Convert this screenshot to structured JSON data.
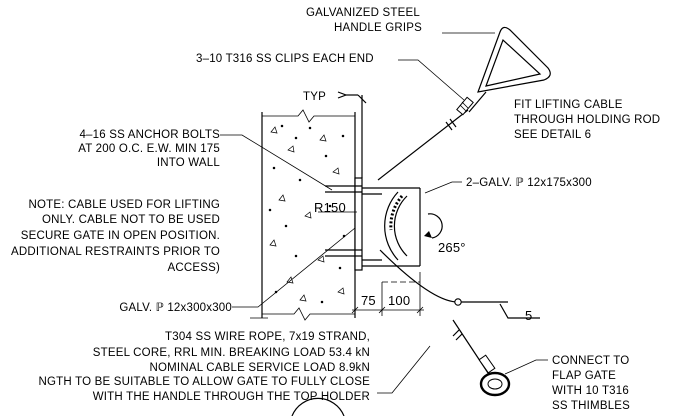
{
  "labels": {
    "handle_grips": [
      "GALVANIZED STEEL",
      "HANDLE GRIPS"
    ],
    "clips": "3–10 T316 SS CLIPS EACH END",
    "typ": "TYP",
    "fit_cable": [
      "FIT LIFTING CABLE",
      "THROUGH HOLDING ROD",
      "SEE DETAIL 6"
    ],
    "anchor_bolts": [
      "4–16 SS ANCHOR BOLTS",
      "AT 200 O.C. E.W. MIN 175",
      "INTO WALL"
    ],
    "plates_galv": "2–GALV. ℙ 12x175x300",
    "note": [
      "NOTE:  CABLE USED FOR LIFTING",
      "ONLY.  CABLE NOT TO BE USED",
      "SECURE GATE IN OPEN POSITION.",
      "ADDITIONAL RESTRAINTS PRIOR TO",
      "ACCESS)"
    ],
    "radius": "R150",
    "angle": "265°",
    "base_plate": "GALV. ℙ 12x300x300",
    "dim_75": "75",
    "dim_100": "100",
    "section_mark": "5",
    "wire_rope": [
      "T304 SS WIRE ROPE, 7x19 STRAND,",
      "STEEL CORE, RRL MIN. BREAKING LOAD 53.4 kN",
      "NOMINAL CABLE SERVICE LOAD 8.9kN",
      "NGTH TO BE SUITABLE TO ALLOW GATE TO FULLY CLOSE",
      "WITH THE HANDLE THROUGH THE TOP HOLDER"
    ],
    "connect": [
      "CONNECT TO",
      "FLAP GATE",
      "WITH 10 T316",
      "SS THIMBLES"
    ]
  }
}
